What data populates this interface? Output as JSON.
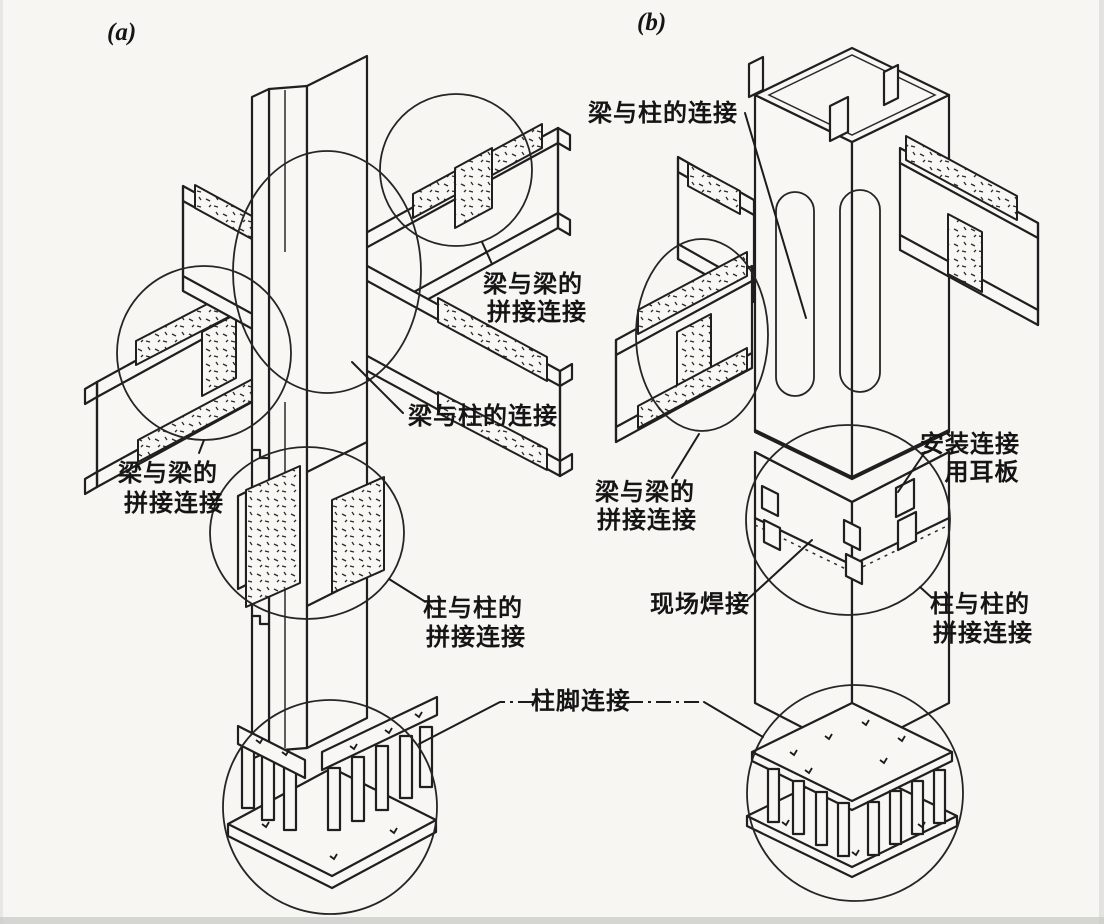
{
  "figure": {
    "panel_a": {
      "tag": "(a)",
      "labels": {
        "beam_beam_splice_right": {
          "line1": "梁与梁的",
          "line2": "拼接连接"
        },
        "beam_column": "梁与柱的连接",
        "beam_beam_splice_left": {
          "line1": "梁与梁的",
          "line2": "拼接连接"
        },
        "column_splice": {
          "line1": "柱与柱的",
          "line2": "拼接连接"
        }
      }
    },
    "panel_b": {
      "tag": "(b)",
      "labels": {
        "beam_column": "梁与柱的连接",
        "beam_beam_splice": {
          "line1": "梁与梁的",
          "line2": "拼接连接"
        },
        "lug_plate": {
          "line1": "安装连接",
          "line2": "用耳板"
        },
        "field_weld": "现场焊接",
        "column_splice": {
          "line1": "柱与柱的",
          "line2": "拼接连接"
        }
      }
    },
    "shared": {
      "column_base": "柱脚连接"
    },
    "colors": {
      "ink": "#1f1f1f",
      "paper": "#f7f6f3"
    }
  }
}
